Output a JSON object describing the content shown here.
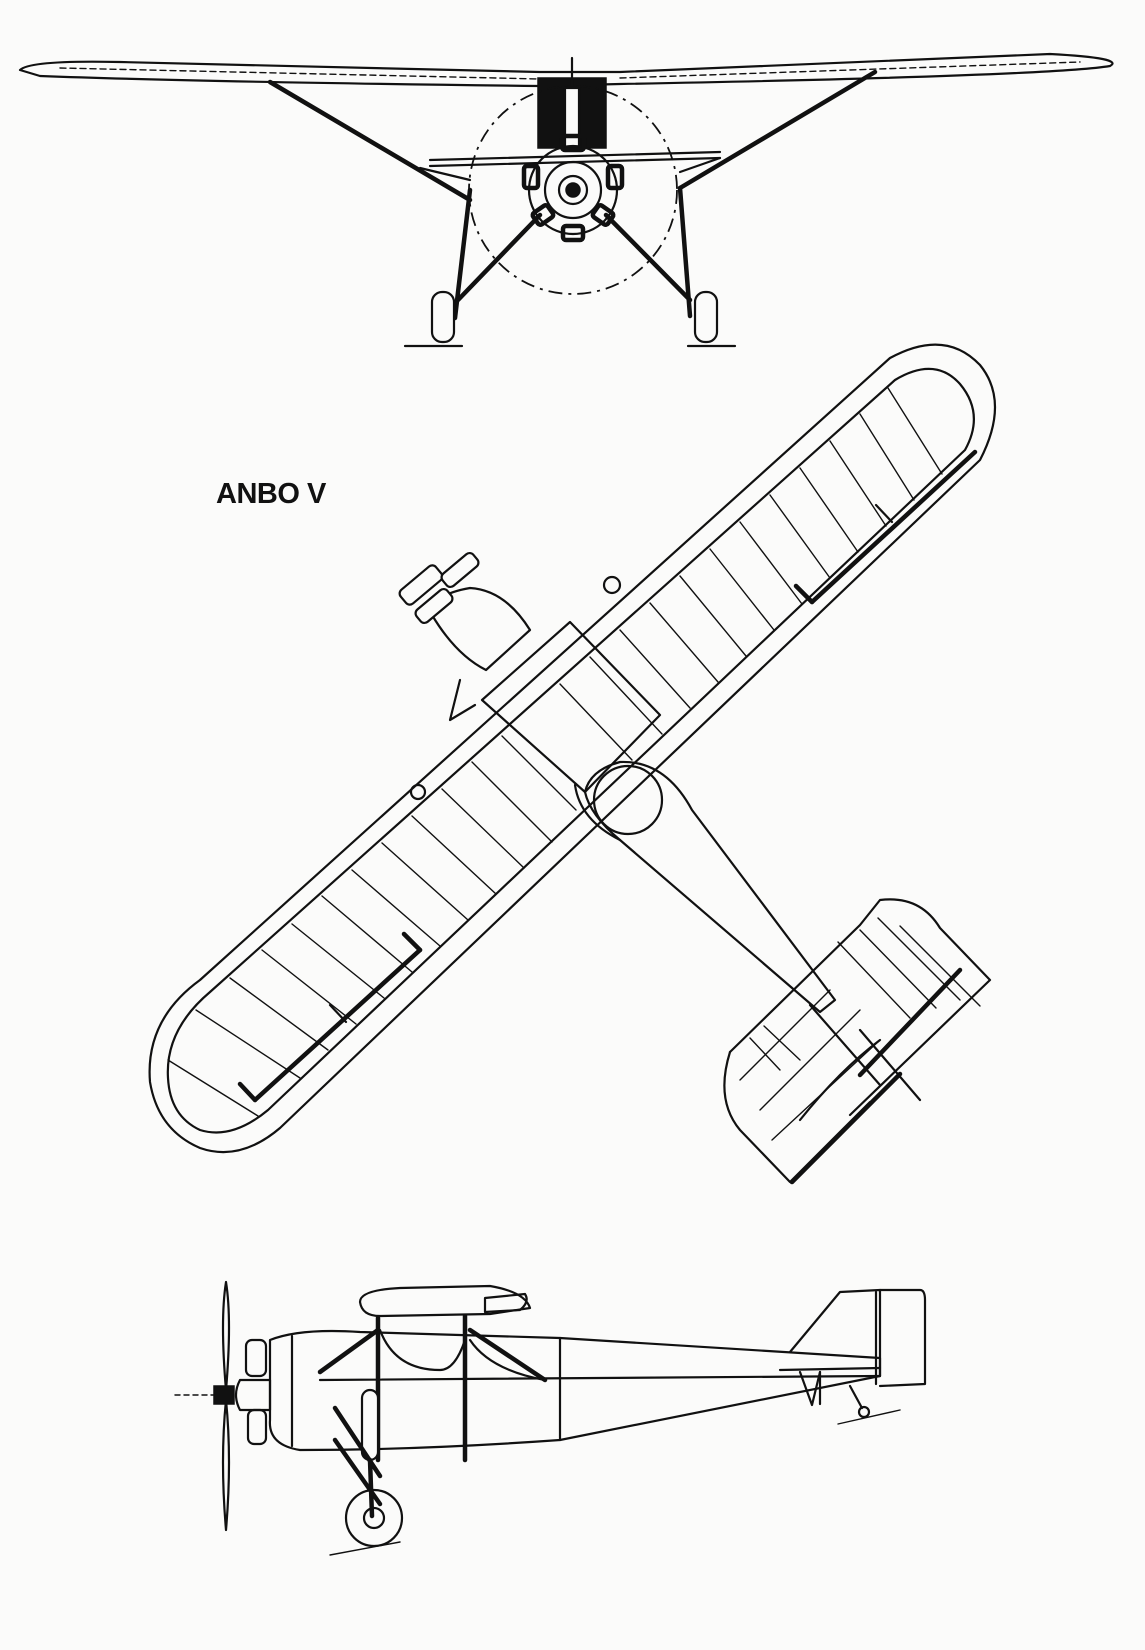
{
  "drawing": {
    "title": "ANBO V",
    "views": [
      "front",
      "top",
      "side"
    ]
  }
}
